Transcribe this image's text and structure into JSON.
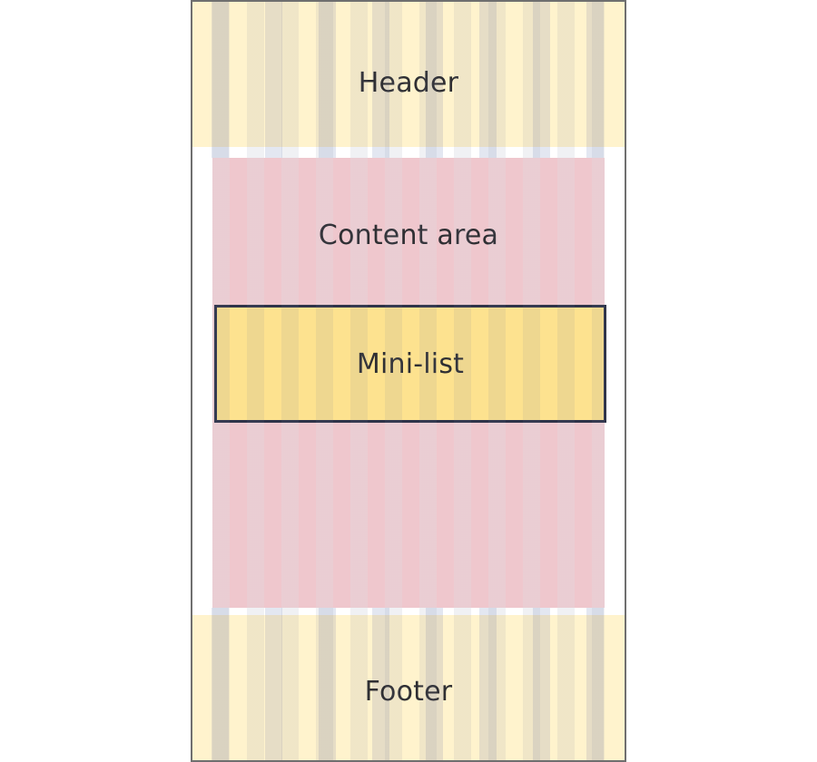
{
  "diagram": {
    "header_label": "Header",
    "content_label": "Content area",
    "mini_list_label": "Mini-list",
    "footer_label": "Footer"
  },
  "colors": {
    "header_footer_fill": "#fff3cd",
    "content_fill": "#f8d7da",
    "mini_list_fill": "#fde28f",
    "mini_list_border": "#2f3449",
    "frame_border": "#6f6f6f"
  }
}
